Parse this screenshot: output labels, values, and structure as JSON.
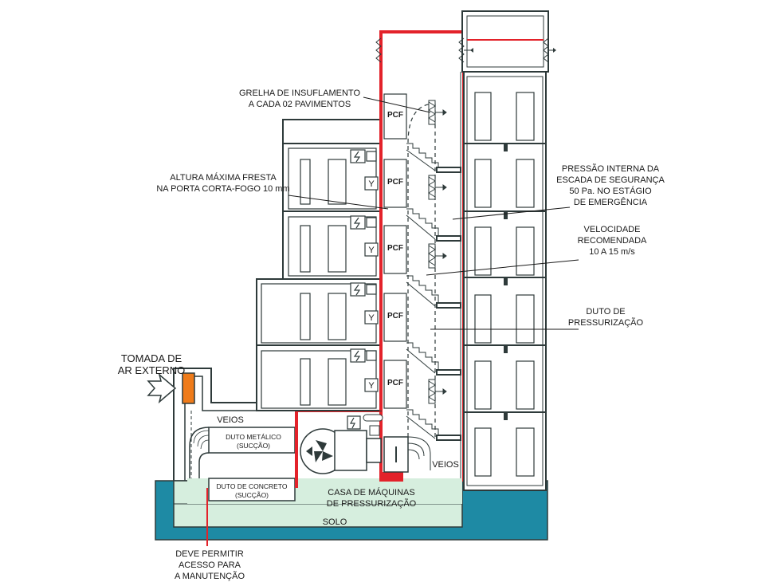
{
  "colors": {
    "fire_red": "#e3222a",
    "machine_room": "#d6eede",
    "soil_blue": "#1e8aa4",
    "intake_orange": "#ef7b1a",
    "wall_outline": "#2e3a3a"
  },
  "labels": {
    "grille_line1": "GRELHA DE INSUFLAMENTO",
    "grille_line2": "A CADA 02 PAVIMENTOS",
    "gap_line1": "ALTURA MÁXIMA FRESTA",
    "gap_line2": "NA PORTA CORTA-FOGO 10 mm",
    "pressure_line1": "PRESSÃO INTERNA DA",
    "pressure_line2": "ESCADA DE SEGURANÇA",
    "pressure_line3": "50 Pa. NO ESTÁGIO",
    "pressure_line4": "DE EMERGÊNCIA",
    "velocity_line1": "VELOCIDADE",
    "velocity_line2": "RECOMENDADA",
    "velocity_line3": "10 A 15 m/s",
    "duct_line1": "DUTO DE",
    "duct_line2": "PRESSURIZAÇÃO",
    "intake_line1": "TOMADA DE",
    "intake_line2": "AR EXTERNO",
    "veios_left": "VEIOS",
    "veios_right": "VEIOS",
    "metal_duct_line1": "DUTO METÁLICO",
    "metal_duct_line2": "(SUCÇÃO)",
    "concrete_duct_line1": "DUTO DE CONCRETO",
    "concrete_duct_line2": "(SUCÇÃO)",
    "machine_line1": "CASA DE MÁQUINAS",
    "machine_line2": "DE PRESSURIZAÇÃO",
    "soil": "SOLO",
    "access_line1": "DEVE PERMITIR",
    "access_line2": "ACESSO PARA",
    "access_line3": "A MANUTENÇÃO"
  },
  "doors": [
    "PCF",
    "PCF",
    "PCF",
    "PCF",
    "PCF"
  ],
  "icons": {
    "electric": "lightning-symbol",
    "hydrant": "Y"
  }
}
